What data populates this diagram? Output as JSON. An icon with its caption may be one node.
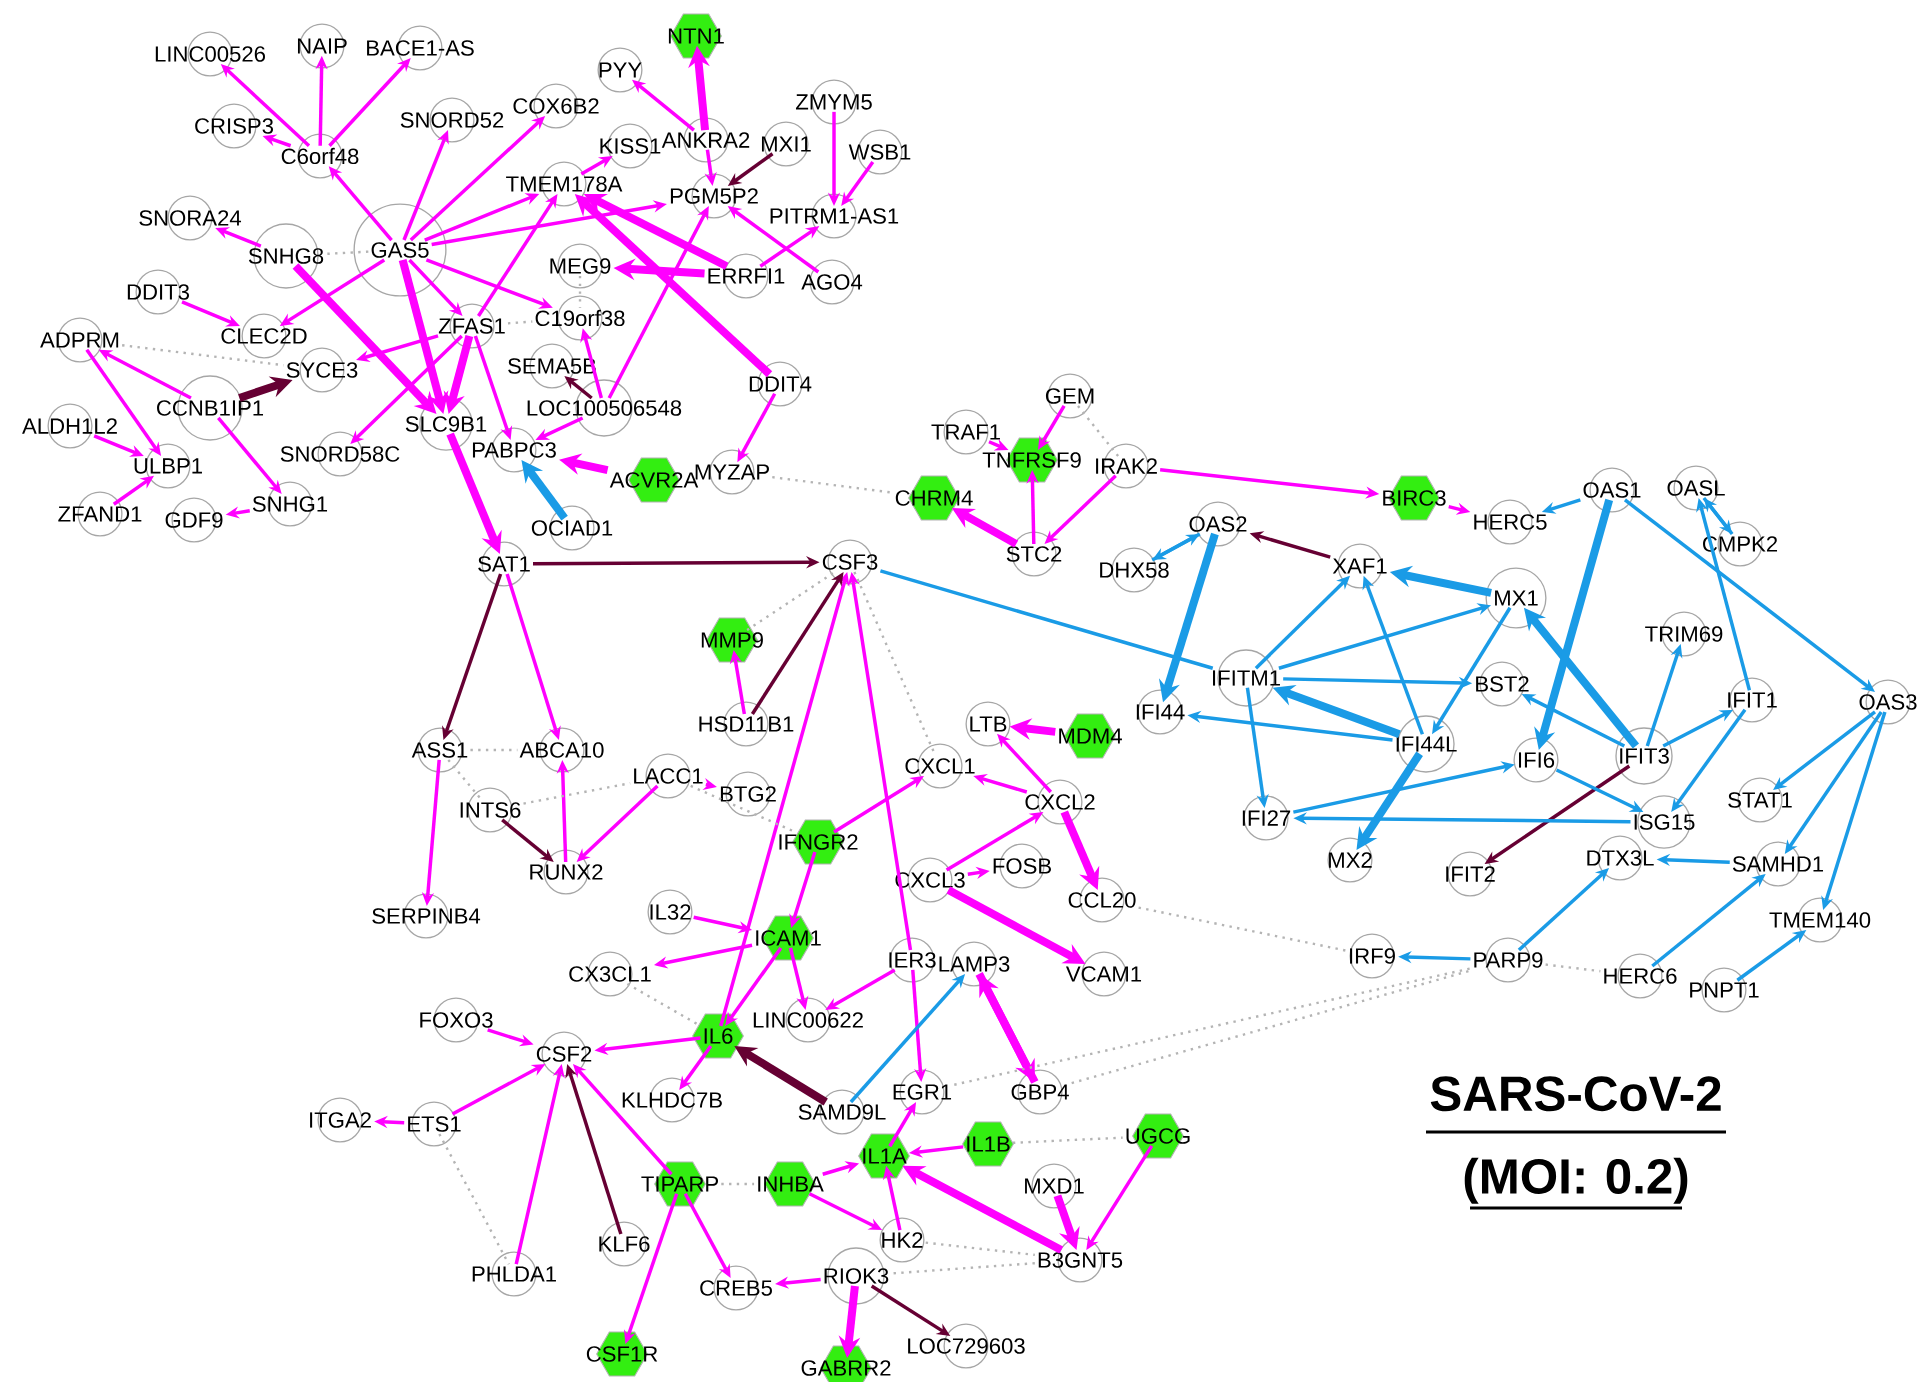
{
  "diagram": {
    "title": "SARS-CoV-2 (MOI: 0.2)",
    "nodes": [
      {
        "text": [
          "LINC00526"
        ]
      },
      {
        "text": [
          "NAIP"
        ]
      },
      {
        "text": [
          "BACE1-AS"
        ]
      },
      {
        "text": [
          "CRISP3"
        ]
      },
      {
        "text": [
          "C6orf48"
        ]
      },
      {
        "text": [
          "SNORD52"
        ]
      },
      {
        "text": [
          "COX6B2"
        ]
      },
      {
        "text": [
          "PYY"
        ]
      },
      {
        "text": [
          "NTN1"
        ]
      },
      {
        "text": [
          "ANKRA2"
        ]
      },
      {
        "text": [
          "KISS1"
        ]
      },
      {
        "text": [
          "MXI1"
        ]
      },
      {
        "text": [
          "ZMYM5"
        ]
      },
      {
        "text": [
          "WSB1"
        ]
      },
      {
        "text": [
          "TMEM178A"
        ]
      },
      {
        "text": [
          "PGM5P2"
        ]
      },
      {
        "text": [
          "PITRM1-AS1"
        ]
      },
      {
        "text": [
          "SNORA24"
        ]
      },
      {
        "text": [
          "SNHG8"
        ]
      },
      {
        "text": [
          "GAS5"
        ]
      },
      {
        "text": [
          "MEG9"
        ]
      },
      {
        "text": [
          "ERRFI1"
        ]
      },
      {
        "text": [
          "AGO4"
        ]
      },
      {
        "text": [
          "DDIT3"
        ]
      },
      {
        "text": [
          "CLEC2D"
        ]
      },
      {
        "text": [
          "ZFAS1"
        ]
      },
      {
        "text": [
          "C19orf38"
        ]
      },
      {
        "text": [
          "ADPRM"
        ]
      },
      {
        "text": [
          "SYCE3"
        ]
      },
      {
        "text": [
          "SEMA5B"
        ]
      },
      {
        "text": [
          "DDIT4"
        ]
      },
      {
        "text": [
          "CCNB1IP1"
        ]
      },
      {
        "text": [
          "LOC100506548"
        ]
      },
      {
        "text": [
          "ALDH1L2"
        ]
      },
      {
        "text": [
          "SLC9B1"
        ]
      },
      {
        "text": [
          "PABPC3"
        ]
      },
      {
        "text": [
          "SNORD58C"
        ]
      },
      {
        "text": [
          "ULBP1"
        ]
      },
      {
        "text": [
          "ACVR2A"
        ]
      },
      {
        "text": [
          "MYZAP"
        ]
      },
      {
        "text": [
          "ZFAND1"
        ]
      },
      {
        "text": [
          "GDF9"
        ]
      },
      {
        "text": [
          "SNHG1"
        ]
      },
      {
        "text": [
          "OCIAD1"
        ]
      },
      {
        "text": [
          "SAT1"
        ]
      },
      {
        "text": [
          "CSF3"
        ]
      },
      {
        "text": [
          "GEM"
        ]
      },
      {
        "text": [
          "TRAF1"
        ]
      },
      {
        "text": [
          "TNFRSF9"
        ]
      },
      {
        "text": [
          "IRAK2"
        ]
      },
      {
        "text": [
          "CHRM4"
        ]
      },
      {
        "text": [
          "STC2"
        ]
      },
      {
        "text": [
          "BIRC3"
        ]
      },
      {
        "text": [
          "HERC5"
        ]
      },
      {
        "text": [
          "OAS1"
        ]
      },
      {
        "text": [
          "OASL"
        ]
      },
      {
        "text": [
          "CMPK2"
        ]
      },
      {
        "text": [
          "OAS2"
        ]
      },
      {
        "text": [
          "DHX58"
        ]
      },
      {
        "text": [
          "XAF1"
        ]
      },
      {
        "text": [
          "MX1"
        ]
      },
      {
        "text": [
          "TRIM69"
        ]
      },
      {
        "text": [
          "MMP9"
        ]
      },
      {
        "text": [
          "HSD11B1"
        ]
      },
      {
        "text": [
          "IFITM1"
        ]
      },
      {
        "text": [
          "BST2"
        ]
      },
      {
        "text": [
          "IFIT1"
        ]
      },
      {
        "text": [
          "OAS3"
        ]
      },
      {
        "text": [
          "IFI44"
        ]
      },
      {
        "text": [
          "IFI44L"
        ]
      },
      {
        "text": [
          "IFIT3"
        ]
      },
      {
        "text": [
          "IFI6"
        ]
      },
      {
        "text": [
          "LTB"
        ]
      },
      {
        "text": [
          "MDM4"
        ]
      },
      {
        "text": [
          "ASS1"
        ]
      },
      {
        "text": [
          "ABCA10"
        ]
      },
      {
        "text": [
          "LACC1"
        ]
      },
      {
        "text": [
          "BTG2"
        ]
      },
      {
        "text": [
          "CXCL1"
        ]
      },
      {
        "text": [
          "STAT1"
        ]
      },
      {
        "text": [
          "INTS6"
        ]
      },
      {
        "text": [
          "CXCL2"
        ]
      },
      {
        "text": [
          "IFI27"
        ]
      },
      {
        "text": [
          "ISG15"
        ]
      },
      {
        "text": [
          "DTX3L"
        ]
      },
      {
        "text": [
          "SAMHD1"
        ]
      },
      {
        "text": [
          "IFNGR2"
        ]
      },
      {
        "text": [
          "RUNX2"
        ]
      },
      {
        "text": [
          "MX2"
        ]
      },
      {
        "text": [
          "IFIT2"
        ]
      },
      {
        "text": [
          "FOSB"
        ]
      },
      {
        "text": [
          "CXCL3"
        ]
      },
      {
        "text": [
          "CCL20"
        ]
      },
      {
        "text": [
          "TMEM140"
        ]
      },
      {
        "text": [
          "SERPINB4"
        ]
      },
      {
        "text": [
          "IL32"
        ]
      },
      {
        "text": [
          "ICAM1"
        ]
      },
      {
        "text": [
          "IER3"
        ]
      },
      {
        "text": [
          "LAMP3"
        ]
      },
      {
        "text": [
          "VCAM1"
        ]
      },
      {
        "text": [
          "IRF9"
        ]
      },
      {
        "text": [
          "PARP9"
        ]
      },
      {
        "text": [
          "HERC6"
        ]
      },
      {
        "text": [
          "PNPT1"
        ]
      },
      {
        "text": [
          "CX3CL1"
        ]
      },
      {
        "text": [
          "FOXO3"
        ]
      },
      {
        "text": [
          "LINC00622"
        ]
      },
      {
        "text": [
          "CSF2"
        ]
      },
      {
        "text": [
          "IL6"
        ]
      },
      {
        "text": [
          "KLHDC7B"
        ]
      },
      {
        "text": [
          "SAMD9L"
        ]
      },
      {
        "text": [
          "EGR1"
        ]
      },
      {
        "text": [
          "GBP4"
        ]
      },
      {
        "text": [
          "ITGA2"
        ]
      },
      {
        "text": [
          "ETS1"
        ]
      },
      {
        "text": [
          "IL1A"
        ]
      },
      {
        "text": [
          "IL1B"
        ]
      },
      {
        "text": [
          "UGCG"
        ]
      },
      {
        "text": [
          "TIPARP"
        ]
      },
      {
        "text": [
          "INHBA"
        ]
      },
      {
        "text": [
          "MXD1"
        ]
      },
      {
        "text": [
          "HK2"
        ]
      },
      {
        "text": [
          "B3GNT5"
        ]
      },
      {
        "text": [
          "KLF6"
        ]
      },
      {
        "text": [
          "PHLDA1"
        ]
      },
      {
        "text": [
          "CREB5"
        ]
      },
      {
        "text": [
          "RIOK3"
        ]
      },
      {
        "text": [
          "CSF1R"
        ]
      },
      {
        "text": [
          "GABRR2"
        ]
      },
      {
        "text": [
          "LOC729603"
        ]
      }
    ],
    "edges": [
      {
        "from": 4,
        "to": 0,
        "arrow": "to"
      },
      {
        "from": 4,
        "to": 1,
        "arrow": "to"
      },
      {
        "from": 4,
        "to": 2,
        "arrow": "to"
      },
      {
        "from": 4,
        "to": 3,
        "arrow": "to"
      },
      {
        "from": 19,
        "to": 5,
        "arrow": "to"
      },
      {
        "from": 19,
        "to": 6,
        "arrow": "to"
      },
      {
        "from": 19,
        "to": 14,
        "arrow": "to"
      },
      {
        "from": 19,
        "to": 15,
        "arrow": "to"
      },
      {
        "from": 19,
        "to": 4,
        "arrow": "to"
      },
      {
        "from": 19,
        "to": 24,
        "arrow": "to"
      },
      {
        "from": 19,
        "to": 26,
        "arrow": "to"
      },
      {
        "from": 19,
        "to": 34,
        "arrow": "to",
        "style": "thick"
      },
      {
        "from": 19,
        "to": 25,
        "arrow": "to"
      },
      {
        "from": 18,
        "to": 17,
        "arrow": "to"
      },
      {
        "from": 18,
        "to": 34,
        "arrow": "to",
        "style": "thick"
      },
      {
        "from": 9,
        "to": 7,
        "arrow": "to"
      },
      {
        "from": 9,
        "to": 8,
        "arrow": "to",
        "style": "thick"
      },
      {
        "from": 9,
        "to": 15,
        "arrow": "to"
      },
      {
        "from": 14,
        "to": 10,
        "arrow": "to"
      },
      {
        "from": 12,
        "to": 16,
        "arrow": "to"
      },
      {
        "from": 13,
        "to": 16,
        "arrow": "to"
      },
      {
        "from": 21,
        "to": 16,
        "arrow": "to"
      },
      {
        "from": 21,
        "to": 20,
        "arrow": "to",
        "style": "thick"
      },
      {
        "from": 21,
        "to": 14,
        "arrow": "to",
        "style": "thick"
      },
      {
        "from": 22,
        "to": 15,
        "arrow": "to"
      },
      {
        "from": 30,
        "to": 14,
        "arrow": "to",
        "style": "thick"
      },
      {
        "from": 30,
        "to": 39,
        "arrow": "to"
      },
      {
        "from": 25,
        "to": 14,
        "arrow": "to"
      },
      {
        "from": 25,
        "to": 28,
        "arrow": "to"
      },
      {
        "from": 25,
        "to": 34,
        "arrow": "to",
        "style": "thick"
      },
      {
        "from": 25,
        "to": 35,
        "arrow": "to"
      },
      {
        "from": 25,
        "to": 36,
        "arrow": "to"
      },
      {
        "from": 32,
        "to": 26,
        "arrow": "to"
      },
      {
        "from": 32,
        "to": 15,
        "arrow": "to"
      },
      {
        "from": 32,
        "to": 35,
        "arrow": "to"
      },
      {
        "from": 23,
        "to": 24,
        "arrow": "to"
      },
      {
        "from": 31,
        "to": 27,
        "arrow": "to"
      },
      {
        "from": 27,
        "to": 37,
        "arrow": "to"
      },
      {
        "from": 33,
        "to": 37,
        "arrow": "to"
      },
      {
        "from": 31,
        "to": 42,
        "arrow": "to"
      },
      {
        "from": 40,
        "to": 37,
        "arrow": "to"
      },
      {
        "from": 42,
        "to": 41,
        "arrow": "to"
      },
      {
        "from": 38,
        "to": 35,
        "arrow": "to",
        "style": "thick"
      },
      {
        "from": 34,
        "to": 44,
        "arrow": "to",
        "style": "thick"
      },
      {
        "from": 44,
        "to": 75,
        "arrow": "to"
      },
      {
        "from": 74,
        "to": 94,
        "arrow": "to"
      },
      {
        "from": 87,
        "to": 75,
        "arrow": "to"
      },
      {
        "from": 76,
        "to": 87,
        "arrow": "to"
      },
      {
        "from": 76,
        "to": 77,
        "arrow": "to"
      },
      {
        "from": 63,
        "to": 62,
        "arrow": "to"
      },
      {
        "from": 51,
        "to": 50,
        "arrow": "to",
        "style": "thick"
      },
      {
        "from": 51,
        "to": 48,
        "arrow": "to"
      },
      {
        "from": 49,
        "to": 51,
        "arrow": "to"
      },
      {
        "from": 46,
        "to": 48,
        "arrow": "to"
      },
      {
        "from": 47,
        "to": 48,
        "arrow": "to"
      },
      {
        "from": 49,
        "to": 52,
        "arrow": "to"
      },
      {
        "from": 52,
        "to": 53,
        "arrow": "to"
      },
      {
        "from": 73,
        "to": 72,
        "arrow": "to",
        "style": "thick"
      },
      {
        "from": 81,
        "to": 72,
        "arrow": "to"
      },
      {
        "from": 81,
        "to": 78,
        "arrow": "to"
      },
      {
        "from": 91,
        "to": 81,
        "arrow": "to"
      },
      {
        "from": 91,
        "to": 90,
        "arrow": "to"
      },
      {
        "from": 81,
        "to": 92,
        "arrow": "to",
        "style": "thick"
      },
      {
        "from": 91,
        "to": 99,
        "arrow": "to",
        "style": "thick"
      },
      {
        "from": 86,
        "to": 78,
        "arrow": "to"
      },
      {
        "from": 86,
        "to": 96,
        "arrow": "to"
      },
      {
        "from": 108,
        "to": 45,
        "arrow": "to"
      },
      {
        "from": 97,
        "to": 45,
        "arrow": "to"
      },
      {
        "from": 95,
        "to": 96,
        "arrow": "to"
      },
      {
        "from": 96,
        "to": 104,
        "arrow": "to"
      },
      {
        "from": 96,
        "to": 108,
        "arrow": "to"
      },
      {
        "from": 96,
        "to": 106,
        "arrow": "to"
      },
      {
        "from": 97,
        "to": 106,
        "arrow": "to"
      },
      {
        "from": 97,
        "to": 111,
        "arrow": "to"
      },
      {
        "from": 108,
        "to": 107,
        "arrow": "to"
      },
      {
        "from": 108,
        "to": 109,
        "arrow": "to"
      },
      {
        "from": 105,
        "to": 107,
        "arrow": "to"
      },
      {
        "from": 114,
        "to": 107,
        "arrow": "to"
      },
      {
        "from": 114,
        "to": 113,
        "arrow": "to"
      },
      {
        "from": 124,
        "to": 107,
        "arrow": "to"
      },
      {
        "from": 118,
        "to": 107,
        "arrow": "to"
      },
      {
        "from": 118,
        "to": 127,
        "arrow": "to"
      },
      {
        "from": 118,
        "to": 125,
        "arrow": "to"
      },
      {
        "from": 115,
        "to": 111,
        "arrow": "to"
      },
      {
        "from": 116,
        "to": 115,
        "arrow": "to"
      },
      {
        "from": 119,
        "to": 115,
        "arrow": "to"
      },
      {
        "from": 119,
        "to": 121,
        "arrow": "to"
      },
      {
        "from": 121,
        "to": 115,
        "arrow": "to"
      },
      {
        "from": 122,
        "to": 115,
        "arrow": "to",
        "style": "thick"
      },
      {
        "from": 117,
        "to": 122,
        "arrow": "to"
      },
      {
        "from": 120,
        "to": 122,
        "arrow": "to",
        "style": "thick"
      },
      {
        "from": 126,
        "to": 125,
        "arrow": "to"
      },
      {
        "from": 126,
        "to": 128,
        "arrow": "to",
        "style": "thick"
      },
      {
        "from": 98,
        "to": 112,
        "arrow": "to",
        "style": "thick"
      },
      {
        "from": 112,
        "to": 98,
        "arrow": "to",
        "style": "thick"
      },
      {
        "from": 11,
        "to": 15,
        "arrow": "to",
        "color": "#660033"
      },
      {
        "from": 31,
        "to": 28,
        "arrow": "to",
        "style": "thick",
        "color": "#660033"
      },
      {
        "from": 32,
        "to": 29,
        "arrow": "to",
        "color": "#660033"
      },
      {
        "from": 44,
        "to": 45,
        "arrow": "to",
        "color": "#660033"
      },
      {
        "from": 44,
        "to": 74,
        "arrow": "to",
        "color": "#660033"
      },
      {
        "from": 80,
        "to": 87,
        "arrow": "to",
        "color": "#660033"
      },
      {
        "from": 63,
        "to": 45,
        "arrow": "to",
        "color": "#660033"
      },
      {
        "from": 123,
        "to": 107,
        "arrow": "to",
        "color": "#660033"
      },
      {
        "from": 110,
        "to": 108,
        "arrow": "to",
        "style": "thick",
        "color": "#660033"
      },
      {
        "from": 126,
        "to": 129,
        "arrow": "to",
        "color": "#660033"
      },
      {
        "from": 59,
        "to": 57,
        "arrow": "to",
        "color": "#660033"
      },
      {
        "from": 70,
        "to": 89,
        "arrow": "to",
        "color": "#660033"
      },
      {
        "from": 43,
        "to": 35,
        "arrow": "to",
        "style": "thick",
        "color": "#1a9be6"
      },
      {
        "from": 110,
        "to": 98,
        "arrow": "to",
        "color": "#1a9be6"
      },
      {
        "from": 45,
        "to": 64,
        "arrow": "none",
        "color": "#1a9be6"
      },
      {
        "from": 58,
        "to": 57,
        "arrow": "to",
        "color": "#1a9be6"
      },
      {
        "from": 57,
        "to": 58,
        "arrow": "to",
        "color": "#1a9be6"
      },
      {
        "from": 57,
        "to": 68,
        "arrow": "to",
        "style": "thick",
        "color": "#1a9be6"
      },
      {
        "from": 60,
        "to": 59,
        "arrow": "to",
        "style": "thick",
        "color": "#1a9be6"
      },
      {
        "from": 64,
        "to": 59,
        "arrow": "to",
        "color": "#1a9be6"
      },
      {
        "from": 64,
        "to": 60,
        "arrow": "to",
        "color": "#1a9be6"
      },
      {
        "from": 69,
        "to": 59,
        "arrow": "to",
        "color": "#1a9be6"
      },
      {
        "from": 69,
        "to": 64,
        "arrow": "to",
        "style": "thick",
        "color": "#1a9be6"
      },
      {
        "from": 69,
        "to": 68,
        "arrow": "to",
        "color": "#1a9be6"
      },
      {
        "from": 64,
        "to": 82,
        "arrow": "to",
        "color": "#1a9be6"
      },
      {
        "from": 64,
        "to": 65,
        "arrow": "to",
        "color": "#1a9be6"
      },
      {
        "from": 69,
        "to": 88,
        "arrow": "to",
        "style": "thick",
        "color": "#1a9be6"
      },
      {
        "from": 60,
        "to": 69,
        "arrow": "to",
        "color": "#1a9be6"
      },
      {
        "from": 82,
        "to": 71,
        "arrow": "to",
        "color": "#1a9be6"
      },
      {
        "from": 83,
        "to": 82,
        "arrow": "to",
        "color": "#1a9be6"
      },
      {
        "from": 70,
        "to": 65,
        "arrow": "to",
        "color": "#1a9be6"
      },
      {
        "from": 70,
        "to": 60,
        "arrow": "to",
        "style": "thick",
        "color": "#1a9be6"
      },
      {
        "from": 54,
        "to": 71,
        "arrow": "to",
        "style": "thick",
        "color": "#1a9be6"
      },
      {
        "from": 54,
        "to": 53,
        "arrow": "to",
        "color": "#1a9be6"
      },
      {
        "from": 54,
        "to": 67,
        "arrow": "to",
        "color": "#1a9be6"
      },
      {
        "from": 70,
        "to": 61,
        "arrow": "to",
        "color": "#1a9be6"
      },
      {
        "from": 70,
        "to": 66,
        "arrow": "to",
        "color": "#1a9be6"
      },
      {
        "from": 71,
        "to": 83,
        "arrow": "to",
        "color": "#1a9be6"
      },
      {
        "from": 66,
        "to": 83,
        "arrow": "to",
        "color": "#1a9be6"
      },
      {
        "from": 56,
        "to": 55,
        "arrow": "to",
        "color": "#1a9be6"
      },
      {
        "from": 55,
        "to": 56,
        "arrow": "to",
        "color": "#1a9be6"
      },
      {
        "from": 66,
        "to": 55,
        "arrow": "to",
        "color": "#1a9be6"
      },
      {
        "from": 67,
        "to": 79,
        "arrow": "to",
        "color": "#1a9be6"
      },
      {
        "from": 67,
        "to": 85,
        "arrow": "to",
        "color": "#1a9be6"
      },
      {
        "from": 67,
        "to": 93,
        "arrow": "to",
        "color": "#1a9be6"
      },
      {
        "from": 85,
        "to": 84,
        "arrow": "to",
        "color": "#1a9be6"
      },
      {
        "from": 101,
        "to": 100,
        "arrow": "to",
        "color": "#1a9be6"
      },
      {
        "from": 101,
        "to": 84,
        "arrow": "to",
        "color": "#1a9be6"
      },
      {
        "from": 102,
        "to": 85,
        "arrow": "to",
        "color": "#1a9be6"
      },
      {
        "from": 103,
        "to": 93,
        "arrow": "to",
        "color": "#1a9be6"
      },
      {
        "from": 27,
        "to": 28,
        "arrow": "none",
        "style": "dashed",
        "color": "#b4b4b4"
      },
      {
        "from": 74,
        "to": 75,
        "arrow": "none",
        "style": "dashed",
        "color": "#b4b4b4"
      },
      {
        "from": 74,
        "to": 80,
        "arrow": "none",
        "style": "dashed",
        "color": "#b4b4b4"
      },
      {
        "from": 80,
        "to": 76,
        "arrow": "none",
        "style": "dashed",
        "color": "#b4b4b4"
      },
      {
        "from": 62,
        "to": 45,
        "arrow": "none",
        "style": "dashed",
        "color": "#b4b4b4"
      },
      {
        "from": 76,
        "to": 86,
        "arrow": "none",
        "style": "dashed",
        "color": "#b4b4b4"
      },
      {
        "from": 45,
        "to": 78,
        "arrow": "none",
        "style": "dashed",
        "color": "#b4b4b4"
      },
      {
        "from": 39,
        "to": 50,
        "arrow": "none",
        "style": "dashed",
        "color": "#b4b4b4"
      },
      {
        "from": 46,
        "to": 49,
        "arrow": "none",
        "style": "dashed",
        "color": "#b4b4b4"
      },
      {
        "from": 104,
        "to": 108,
        "arrow": "none",
        "style": "dashed",
        "color": "#b4b4b4"
      },
      {
        "from": 111,
        "to": 101,
        "arrow": "none",
        "style": "dashed",
        "color": "#b4b4b4"
      },
      {
        "from": 92,
        "to": 100,
        "arrow": "none",
        "style": "dashed",
        "color": "#b4b4b4"
      },
      {
        "from": 112,
        "to": 101,
        "arrow": "none",
        "style": "dashed",
        "color": "#b4b4b4"
      },
      {
        "from": 101,
        "to": 102,
        "arrow": "none",
        "style": "dashed",
        "color": "#b4b4b4"
      },
      {
        "from": 122,
        "to": 126,
        "arrow": "none",
        "style": "dashed",
        "color": "#b4b4b4"
      },
      {
        "from": 121,
        "to": 122,
        "arrow": "none",
        "style": "dashed",
        "color": "#b4b4b4"
      },
      {
        "from": 118,
        "to": 119,
        "arrow": "none",
        "style": "dashed",
        "color": "#b4b4b4"
      },
      {
        "from": 116,
        "to": 117,
        "arrow": "none",
        "style": "dashed",
        "color": "#b4b4b4"
      },
      {
        "from": 114,
        "to": 124,
        "arrow": "none",
        "style": "dashed",
        "color": "#b4b4b4"
      },
      {
        "from": 19,
        "to": 18,
        "arrow": "none",
        "style": "dashed",
        "color": "#b4b4b4"
      },
      {
        "from": 25,
        "to": 26,
        "arrow": "none",
        "style": "dashed",
        "color": "#b4b4b4"
      },
      {
        "from": 20,
        "to": 26,
        "arrow": "none",
        "style": "dashed",
        "color": "#b4b4b4"
      }
    ]
  }
}
